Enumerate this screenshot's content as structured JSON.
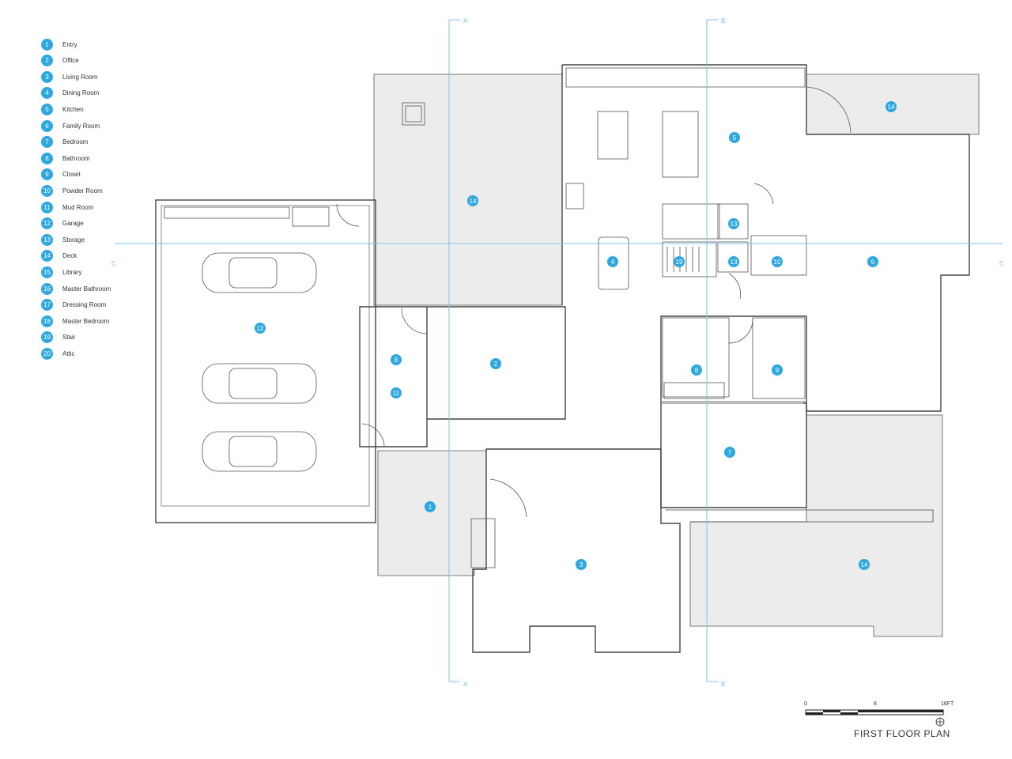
{
  "legend": [
    {
      "num": "1",
      "label": "Entry"
    },
    {
      "num": "2",
      "label": "Office"
    },
    {
      "num": "3",
      "label": "Living Room"
    },
    {
      "num": "4",
      "label": "Dining Room"
    },
    {
      "num": "5",
      "label": "Kitchen"
    },
    {
      "num": "6",
      "label": "Family Room"
    },
    {
      "num": "7",
      "label": "Bedroom"
    },
    {
      "num": "8",
      "label": "Bathroom"
    },
    {
      "num": "9",
      "label": "Closet"
    },
    {
      "num": "10",
      "label": "Powder Room"
    },
    {
      "num": "11",
      "label": "Mud Room"
    },
    {
      "num": "12",
      "label": "Garage"
    },
    {
      "num": "13",
      "label": "Storage"
    },
    {
      "num": "14",
      "label": "Deck"
    },
    {
      "num": "15",
      "label": "Library"
    },
    {
      "num": "16",
      "label": "Master Bathroom"
    },
    {
      "num": "17",
      "label": "Dressing Room"
    },
    {
      "num": "18",
      "label": "Master Bedroom"
    },
    {
      "num": "19",
      "label": "Stair"
    },
    {
      "num": "20",
      "label": "Attic"
    }
  ],
  "room_tags": {
    "entry": "1",
    "office": "2",
    "living": "3",
    "dining": "4",
    "kitchen": "5",
    "family": "6",
    "bedroom": "7",
    "bath_a": "8",
    "bath_b": "8",
    "closet": "9",
    "powder": "10",
    "mud": "11",
    "garage": "12",
    "storage_a": "13",
    "storage_b": "13",
    "deck_west": "14",
    "deck_ne": "14",
    "deck_se": "14",
    "stair": "19"
  },
  "section_marks": {
    "a": "A",
    "b": "B",
    "c": "C"
  },
  "scale": {
    "zero": "0",
    "mid": "8",
    "end": "16FT"
  },
  "title": "FIRST FLOOR PLAN",
  "colors": {
    "accent": "#2fa8e0",
    "section_line": "#7fc4e6",
    "deck_fill": "#ececec",
    "wall": "#444444"
  }
}
